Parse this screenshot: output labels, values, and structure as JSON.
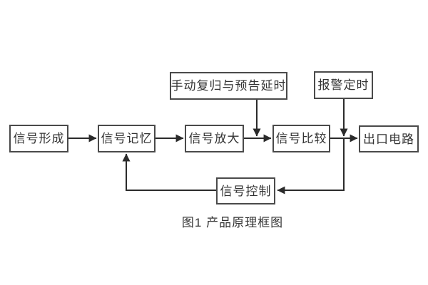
{
  "diagram": {
    "caption": "图1 产品原理框图",
    "nodes": {
      "signal_formation": {
        "label": "信号形成"
      },
      "signal_memory": {
        "label": "信号记忆"
      },
      "signal_amplify": {
        "label": "信号放大"
      },
      "signal_compare": {
        "label": "信号比较"
      },
      "output_circuit": {
        "label": "出口电路"
      },
      "manual_reset_delay": {
        "label": "手动复归与预告延时"
      },
      "alarm_timing": {
        "label": "报警定时"
      },
      "signal_control": {
        "label": "信号控制"
      }
    },
    "edges": [
      {
        "from": "signal_formation",
        "to": "signal_memory"
      },
      {
        "from": "signal_memory",
        "to": "signal_amplify"
      },
      {
        "from": "signal_amplify",
        "to": "signal_compare"
      },
      {
        "from": "signal_compare",
        "to": "output_circuit"
      },
      {
        "from": "manual_reset_delay",
        "to": "amplify-compare-link"
      },
      {
        "from": "alarm_timing",
        "to": "compare-output-link"
      },
      {
        "from": "alarm_timing",
        "to": "signal_control"
      },
      {
        "from": "signal_control",
        "to": "signal_memory"
      }
    ],
    "colors": {
      "background": "#ffffff",
      "box_border": "#4a4a4a",
      "line": "#2b2b2b",
      "text": "#333333"
    }
  }
}
